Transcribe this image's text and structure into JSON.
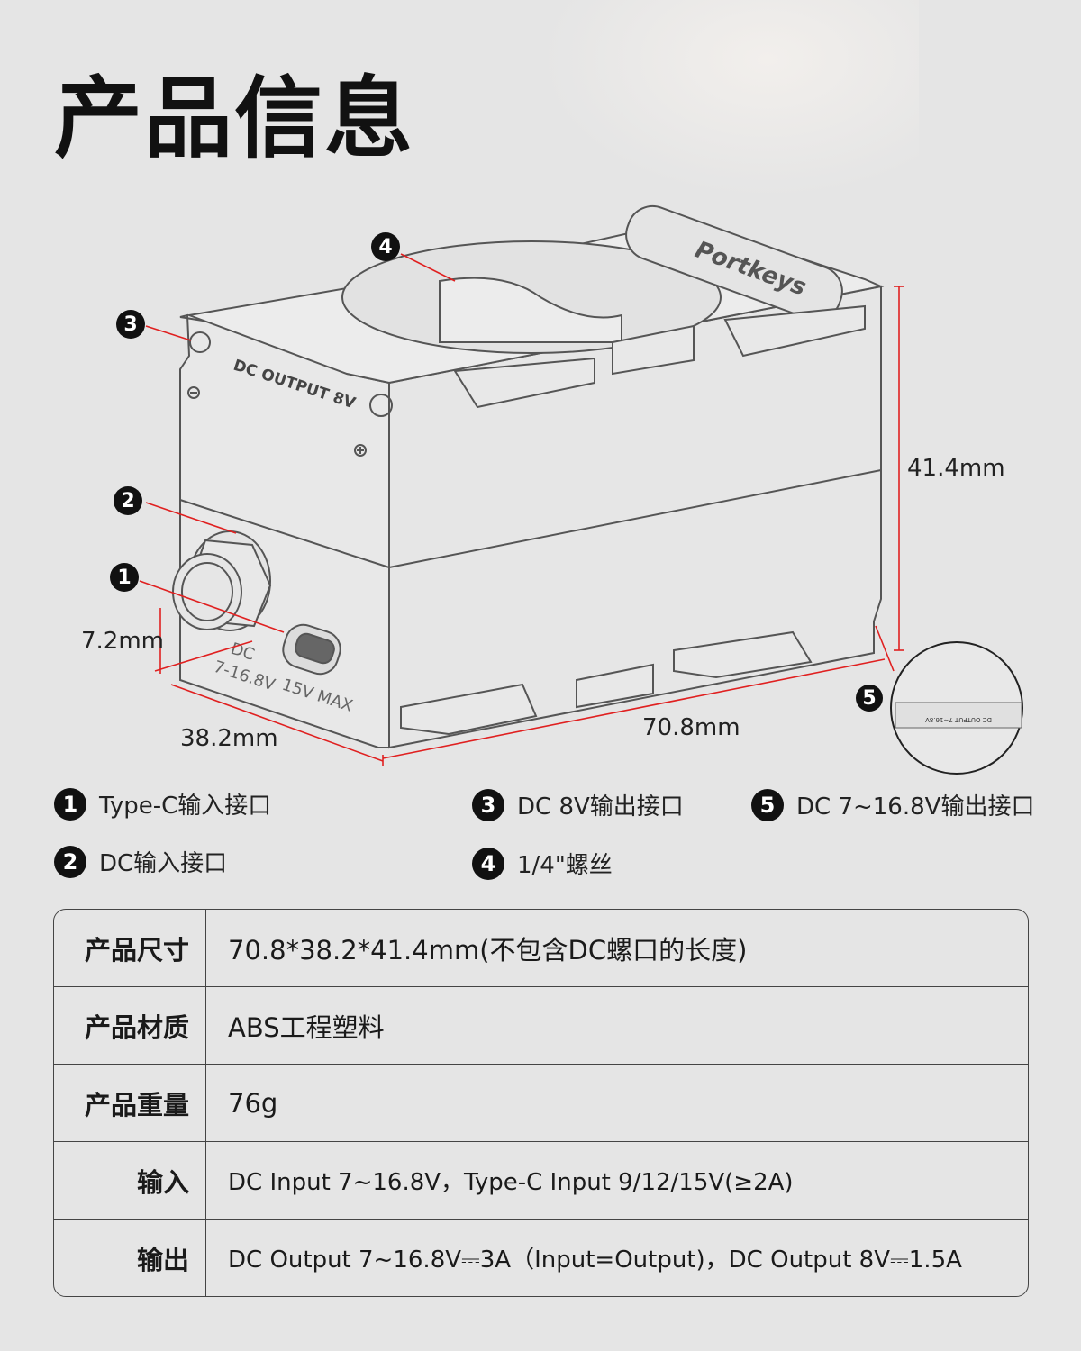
{
  "title": "产品信息",
  "drawing": {
    "logo_text": "Portkeys",
    "label_dc_output": "DC OUTPUT 8V",
    "label_dc": "DC",
    "label_dc_range": "7-16.8V",
    "label_15v": "15V MAX",
    "inset_label": "DC OUTPUT 7~16.8V",
    "dimensions": {
      "height": "41.4mm",
      "length": "70.8mm",
      "width": "38.2mm",
      "port": "7.2mm"
    },
    "callouts": [
      "1",
      "2",
      "3",
      "4",
      "5"
    ],
    "accent_color": "#e02020"
  },
  "legend": [
    {
      "num": "1",
      "label": "Type-C输入接口"
    },
    {
      "num": "2",
      "label": "DC输入接口"
    },
    {
      "num": "3",
      "label": "DC 8V输出接口"
    },
    {
      "num": "4",
      "label": "1/4\"螺丝"
    },
    {
      "num": "5",
      "label": "DC 7~16.8V输出接口"
    }
  ],
  "specs": [
    {
      "key": "产品尺寸",
      "value": "70.8*38.2*41.4mm(不包含DC螺口的长度)"
    },
    {
      "key": "产品材质",
      "value": "ABS工程塑料"
    },
    {
      "key": "产品重量",
      "value": "76g"
    },
    {
      "key": "输入",
      "value": "DC Input 7~16.8V，Type-C Input 9/12/15V(≥2A)"
    },
    {
      "key": "输出",
      "value": "DC Output 7~16.8V⎓3A（Input=Output)，DC Output 8V⎓1.5A"
    }
  ]
}
